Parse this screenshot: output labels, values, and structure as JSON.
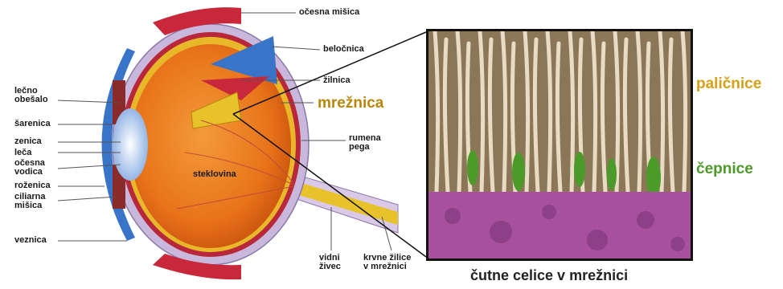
{
  "figure": {
    "eye_labels": {
      "ocesna_misica": "očesna mišica",
      "belocnica": "beločnica",
      "zilnica": "žilnica",
      "mreznica": "mrežnica",
      "rumena_pega": "rumena\npega",
      "vidni_zivec": "vidni\nživec",
      "krvne_zilice": "krvne žilice\nv mrežnici",
      "lecno_obesalo": "lečno\nobešalo",
      "sarenica": "šarenica",
      "zenica": "zenica",
      "leca": "leča",
      "ocesna_vodica": "očesna\nvodica",
      "rozenica": "roženica",
      "ciliarna_misica": "ciliarna\nmišica",
      "veznica": "veznica",
      "steklovina": "steklovina"
    },
    "micro_labels": {
      "palicnice": "paličnice",
      "cepnice": "čepnice",
      "caption": "čutne celice v mrežnici"
    },
    "colors": {
      "mreznica": "#b8860b",
      "palicnice": "#d4a017",
      "cepnice": "#4c9a2a",
      "vitreous": "#e8731a",
      "sclera": "#c9b8dc",
      "cornea": "#3a74c8",
      "muscle": "#c8283a",
      "optic_nerve": "#e8c22a",
      "epithelium": "#a6509e"
    }
  }
}
